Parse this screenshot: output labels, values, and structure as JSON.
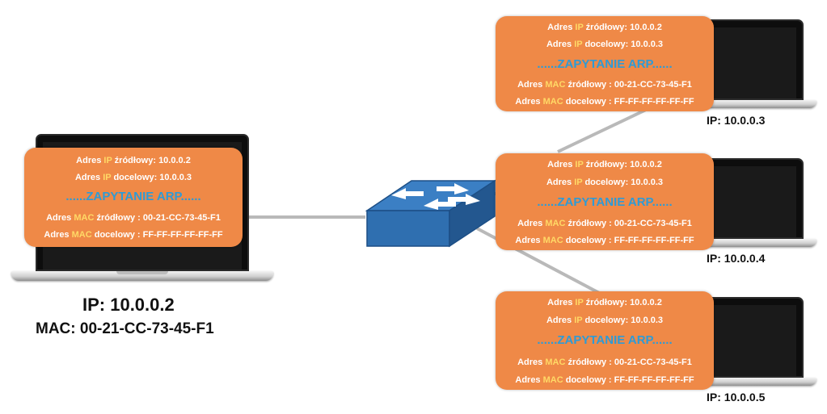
{
  "packet": {
    "src_ip_prefix": "Adres ",
    "ip_word": "IP",
    "src_ip_suffix": " źródłowy: ",
    "src_ip_value": "10.0.0.2",
    "dst_ip_prefix": "Adres ",
    "dst_ip_suffix": " docelowy: ",
    "dst_ip_value": "10.0.0.3",
    "arp_text": "......ZAPYTANIE ARP......",
    "mac_prefix": "Adres ",
    "mac_word": "MAC",
    "src_mac_suffix": " źródłowy : ",
    "src_mac_value": "00-21-CC-73-45-F1",
    "dst_mac_suffix": " docelowy : ",
    "dst_mac_value": "FF-FF-FF-FF-FF-FF"
  },
  "hosts": {
    "source": {
      "ip_label": "IP: 10.0.0.2",
      "mac_label": "MAC: 00-21-CC-73-45-F1"
    },
    "host_3": {
      "ip_label": "IP: 10.0.0.3"
    },
    "host_4": {
      "ip_label": "IP: 10.0.0.4"
    },
    "host_5": {
      "ip_label": "IP: 10.0.0.5"
    }
  },
  "colors": {
    "packet_fill": "#ef8947",
    "arp_text": "#2e9bd6",
    "switch_fill": "#2f6fb0",
    "link": "#b9b9b9"
  }
}
